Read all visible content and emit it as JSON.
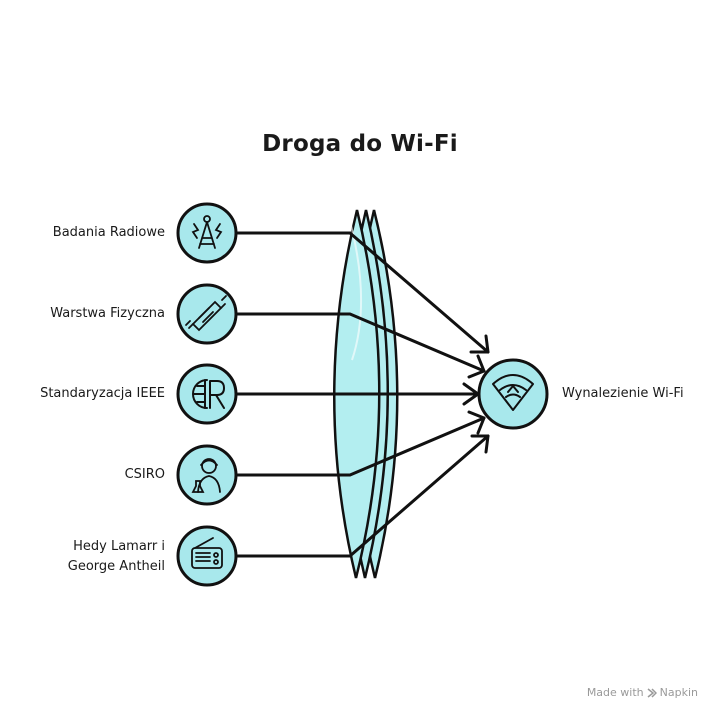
{
  "title": "Droga do Wi-Fi",
  "inputs": [
    {
      "label": "Badania Radiowe",
      "icon": "radio-tower-icon"
    },
    {
      "label": "Warstwa Fizyczna",
      "icon": "circuit-board-icon"
    },
    {
      "label": "Standaryzacja IEEE",
      "icon": "ieee-logo-icon"
    },
    {
      "label": "CSIRO",
      "icon": "scientist-icon"
    },
    {
      "label": "Hedy Lamarr i\nGeorge Antheil",
      "icon": "vintage-radio-icon"
    }
  ],
  "output": {
    "label": "Wynalezienie Wi-Fi",
    "icon": "wifi-icon"
  },
  "footer": {
    "text": "Made with",
    "brand": "Napkin"
  },
  "colors": {
    "node_fill": "#a8e8ec",
    "lens_fill": "#b3eef0",
    "stroke": "#111111"
  }
}
